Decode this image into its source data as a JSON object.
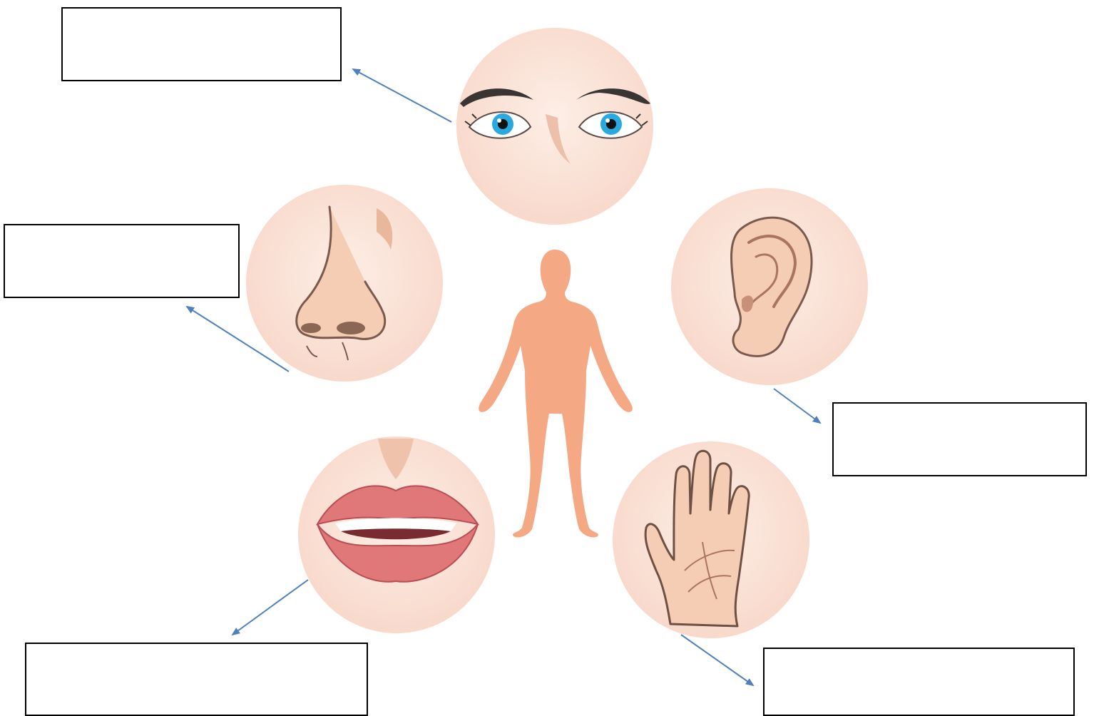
{
  "title": "",
  "colors": {
    "circle_fill": "#fbe3d8",
    "skin": "#f5cdb4",
    "skin_shadow": "#d9a68b",
    "body_silhouette": "#f4a884",
    "eye_iris": "#2aa8df",
    "eyebrow": "#3a3432",
    "lip": "#e0787a",
    "lip_dark": "#b94d53",
    "arrow": "#4f7fbd",
    "box_border": "#000000"
  },
  "senses": [
    {
      "key": "eyes",
      "icon": "eyes-icon",
      "answer": ""
    },
    {
      "key": "nose",
      "icon": "nose-icon",
      "answer": ""
    },
    {
      "key": "ear",
      "icon": "ear-icon",
      "answer": ""
    },
    {
      "key": "mouth",
      "icon": "mouth-icon",
      "answer": ""
    },
    {
      "key": "hand",
      "icon": "hand-icon",
      "answer": ""
    }
  ],
  "center_figure": {
    "icon": "human-body-icon"
  }
}
